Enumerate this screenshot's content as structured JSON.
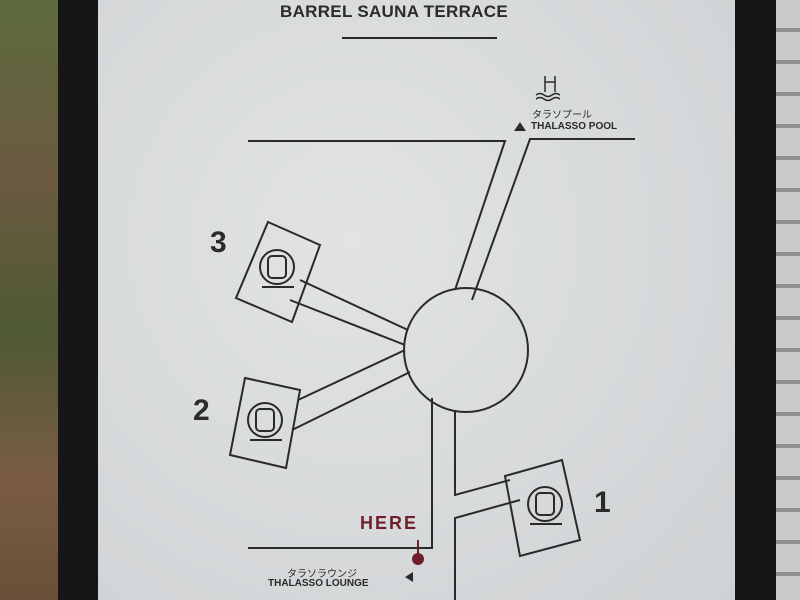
{
  "sign": {
    "title": "BARREL SAUNA TERRACE",
    "pool_jp": "タラソプール",
    "pool_en": "THALASSO POOL",
    "lounge_jp": "タラソラウンジ",
    "lounge_en": "THALASSO LOUNGE",
    "here": "HERE",
    "saunas": [
      "3",
      "2",
      "1"
    ],
    "colors": {
      "board": "#d8dadb",
      "line": "#2a2a2a",
      "here": "#6e1f2a"
    }
  }
}
